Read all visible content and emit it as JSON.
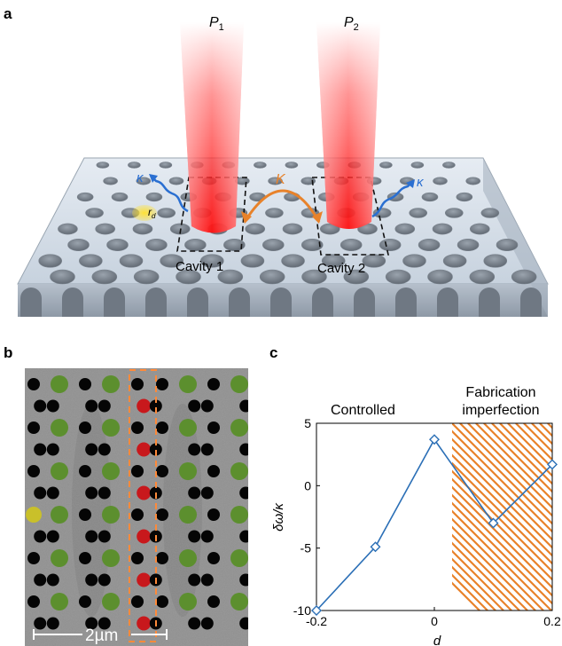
{
  "panels": {
    "a": {
      "letter": "a",
      "beam1": "P",
      "beam1_sub": "1",
      "beam2": "P",
      "beam2_sub": "2",
      "coupling_label": "K",
      "loss_label_left": "κ",
      "loss_label_right": "κ",
      "defect_label": "r",
      "defect_sub": "d",
      "cavity1_label": "Cavity 1",
      "cavity2_label": "Cavity 2",
      "colors": {
        "beam": "#ff2a2a",
        "slab": "#cfd8e3",
        "coupling": "#e8822a",
        "loss": "#2a6fd1",
        "defect": "#ffe135"
      }
    },
    "b": {
      "letter": "b",
      "scale_label": "2µm",
      "colors": {
        "green": "#5c8f2e",
        "red": "#c8181c",
        "yellow": "#c9c02a",
        "box": "#ff8a3a"
      }
    },
    "c": {
      "letter": "c",
      "region_left_label": "Controlled",
      "region_right_label_line1": "Fabrication",
      "region_right_label_line2": "imperfection",
      "ylabel": "δω/κ",
      "xlabel": "d",
      "colors": {
        "line": "#2b6fb6",
        "hatch": "#e8822a"
      }
    }
  },
  "chart_data": {
    "type": "line",
    "x": [
      -0.2,
      -0.1,
      0,
      0.1,
      0.2
    ],
    "series": [
      {
        "values": [
          -10,
          -4.9,
          3.7,
          -3.0,
          1.7
        ]
      }
    ],
    "xlim": [
      -0.2,
      0.2
    ],
    "ylim": [
      -10,
      5
    ],
    "xticks": [
      "-0.2",
      "0",
      "0.2"
    ],
    "yticks": [
      "5",
      "0",
      "-5",
      "-10"
    ],
    "xlabel": "d",
    "ylabel": "δω/κ",
    "marker": "diamond",
    "hatched_region_x": [
      0.03,
      0.2
    ],
    "grid": false
  }
}
